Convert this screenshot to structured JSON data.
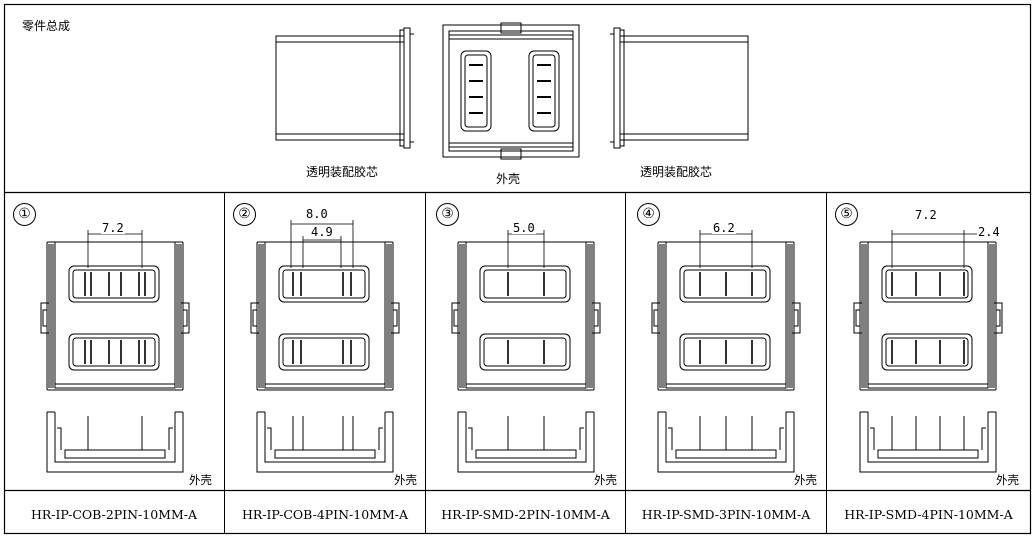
{
  "header": {
    "title": "零件总成",
    "left_label": "透明装配胶芯",
    "center_label": "外壳",
    "right_label": "透明装配胶芯"
  },
  "variants": [
    {
      "index": "①",
      "dims": [
        "7.2"
      ],
      "shell_label": "外壳",
      "part_number": "HR-IP-COB-2PIN-10MM-A"
    },
    {
      "index": "②",
      "dims": [
        "8.0",
        "4.9"
      ],
      "shell_label": "外壳",
      "part_number": "HR-IP-COB-4PIN-10MM-A"
    },
    {
      "index": "③",
      "dims": [
        "5.0"
      ],
      "shell_label": "外壳",
      "part_number": "HR-IP-SMD-2PIN-10MM-A"
    },
    {
      "index": "④",
      "dims": [
        "6.2"
      ],
      "shell_label": "外壳",
      "part_number": "HR-IP-SMD-3PIN-10MM-A"
    },
    {
      "index": "⑤",
      "dims": [
        "7.2",
        "2.4"
      ],
      "shell_label": "外壳",
      "part_number": "HR-IP-SMD-4PIN-10MM-A"
    }
  ]
}
